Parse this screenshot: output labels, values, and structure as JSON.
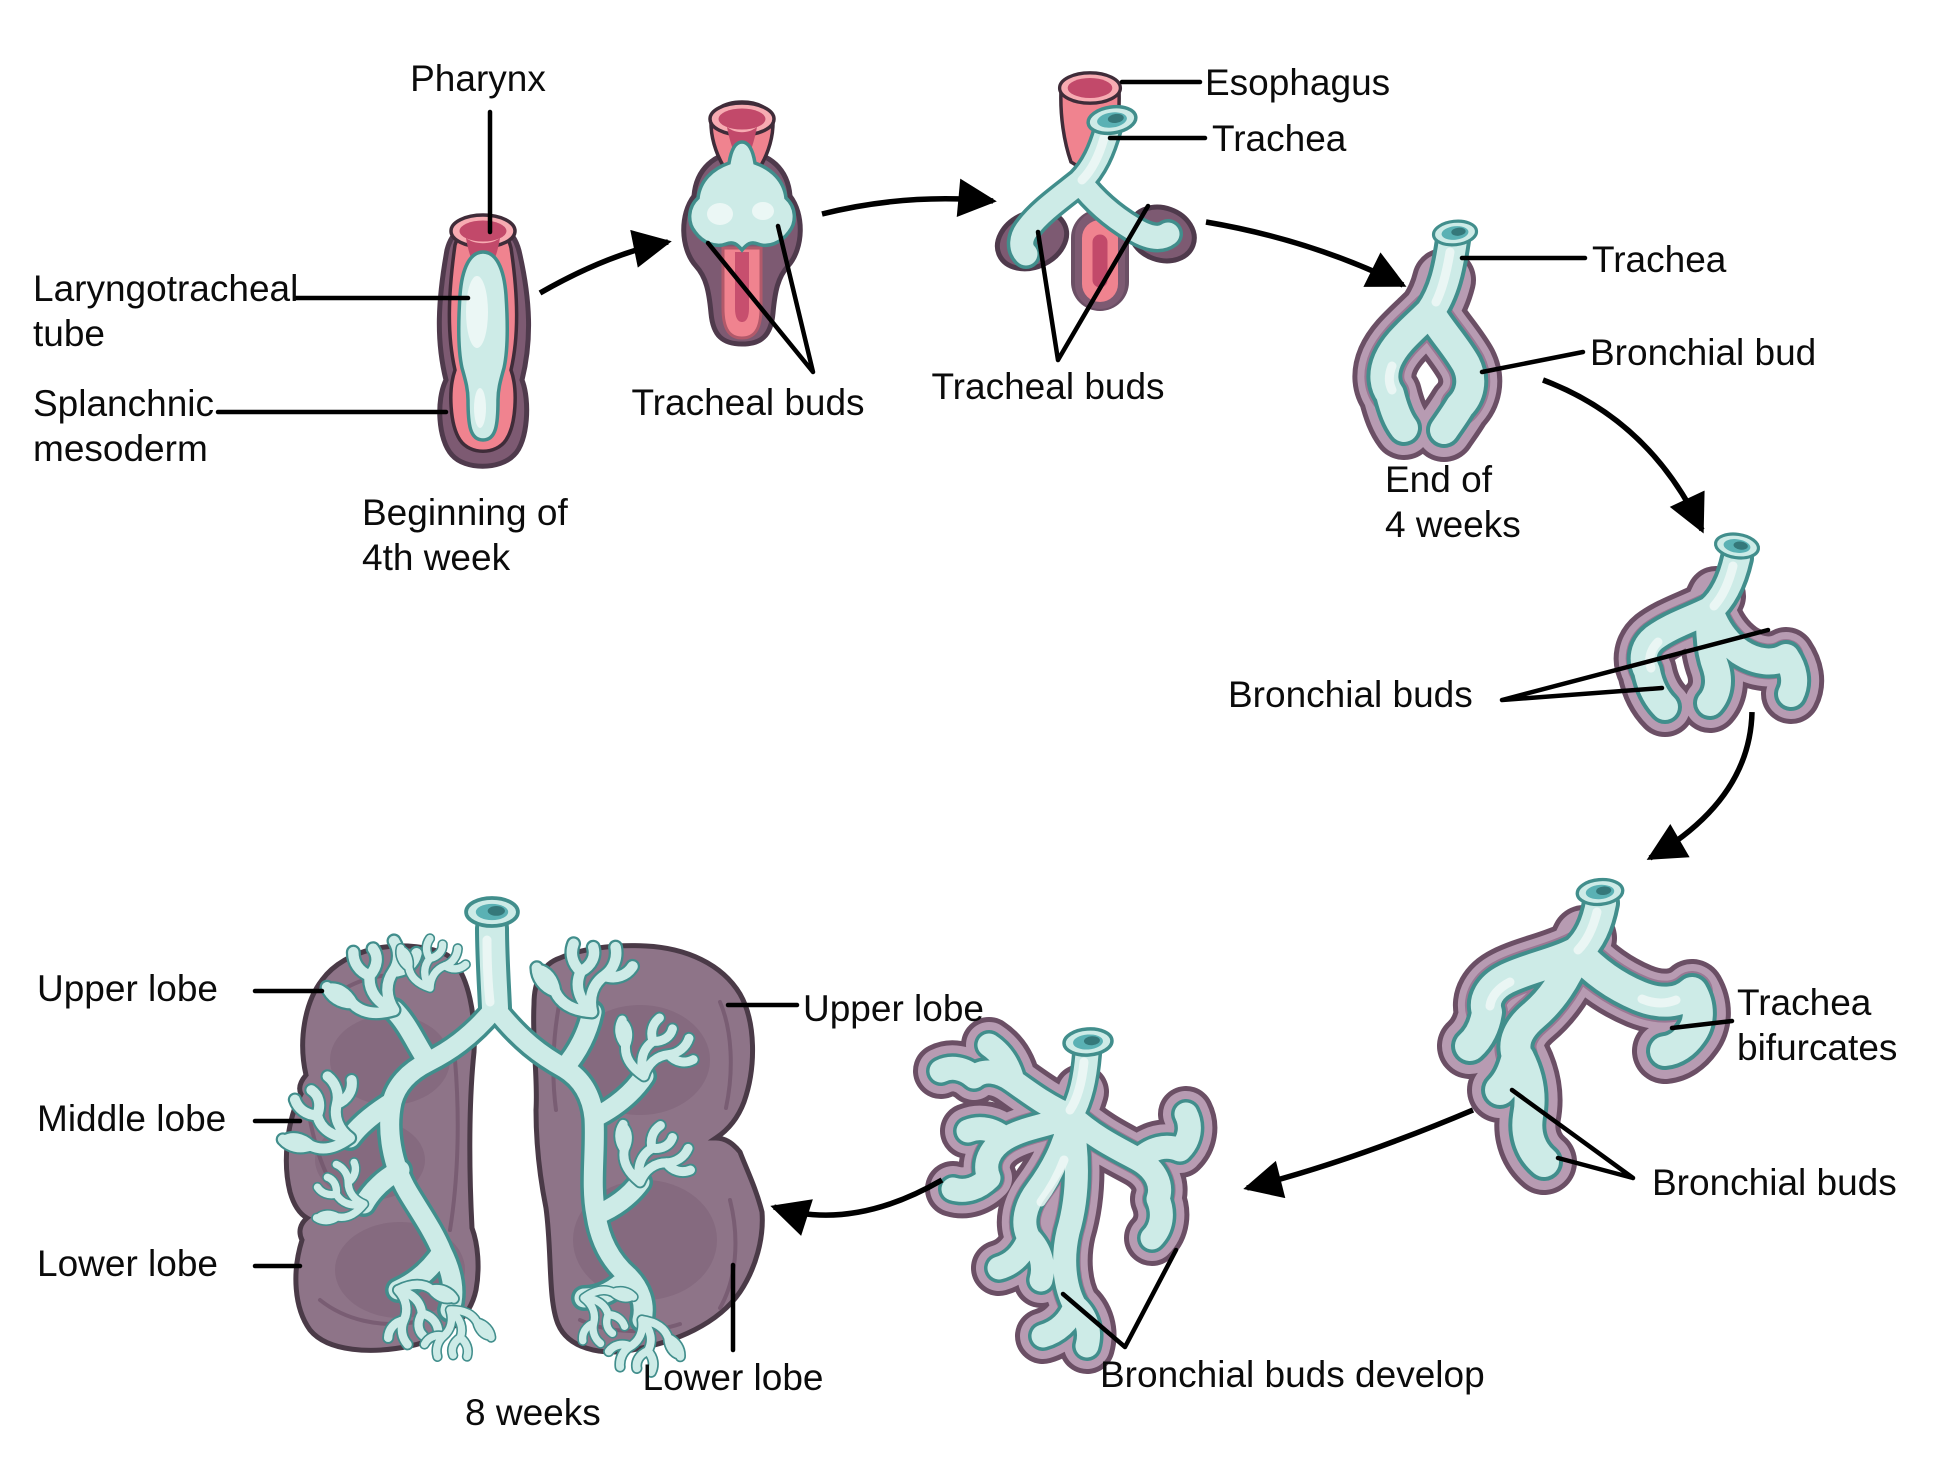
{
  "figure": {
    "type": "diagram",
    "subject": "Development of the respiratory system from beginning of 4th week to 8 weeks"
  },
  "colors": {
    "ink": "#0b0b0b",
    "pink": "#f0838f",
    "pink-lt": "#f7abb2",
    "crimson": "#c2496a",
    "teal": "#cdebe7",
    "teal-hl": "#eef8f6",
    "teal-dk": "#418e8c",
    "teal-open": "#5ab1b4",
    "teal-deep": "#2f6f70",
    "purple": "#7d5a72",
    "purple-dk": "#4f3a4c",
    "mauve": "#b79bb2",
    "mauve-dk": "#6b4f65",
    "mauve-in": "#97738f",
    "lung": "#8e7488",
    "lung-dk": "#4a3a47",
    "lung-in": "#7b5f75",
    "lung-streak": "#6e5169"
  },
  "labels": {
    "pharynx": "Pharynx",
    "laryngotracheal_tube": "Laryngotracheal\ntube",
    "splanchnic_mesoderm": "Splanchnic\nmesoderm",
    "tracheal_buds_stage2": "Tracheal buds",
    "esophagus": "Esophagus",
    "trachea_stage3": "Trachea",
    "tracheal_buds_stage3": "Tracheal buds",
    "trachea_stage4": "Trachea",
    "bronchial_bud": "Bronchial bud",
    "bronchial_buds_stage5": "Bronchial buds",
    "trachea_bifurcates": "Trachea\nbifurcates",
    "bronchial_buds_stage6": "Bronchial buds",
    "bronchial_buds_develop": "Bronchial buds develop",
    "upper_lobe_left": "Upper lobe",
    "middle_lobe": "Middle lobe",
    "lower_lobe_left": "Lower lobe",
    "upper_lobe_right": "Upper lobe",
    "lower_lobe_right": "Lower lobe"
  },
  "captions": {
    "beginning_4th_week": "Beginning of\n4th week",
    "end_of_4_weeks": "End of\n4 weeks",
    "eight_weeks": "8 weeks"
  }
}
